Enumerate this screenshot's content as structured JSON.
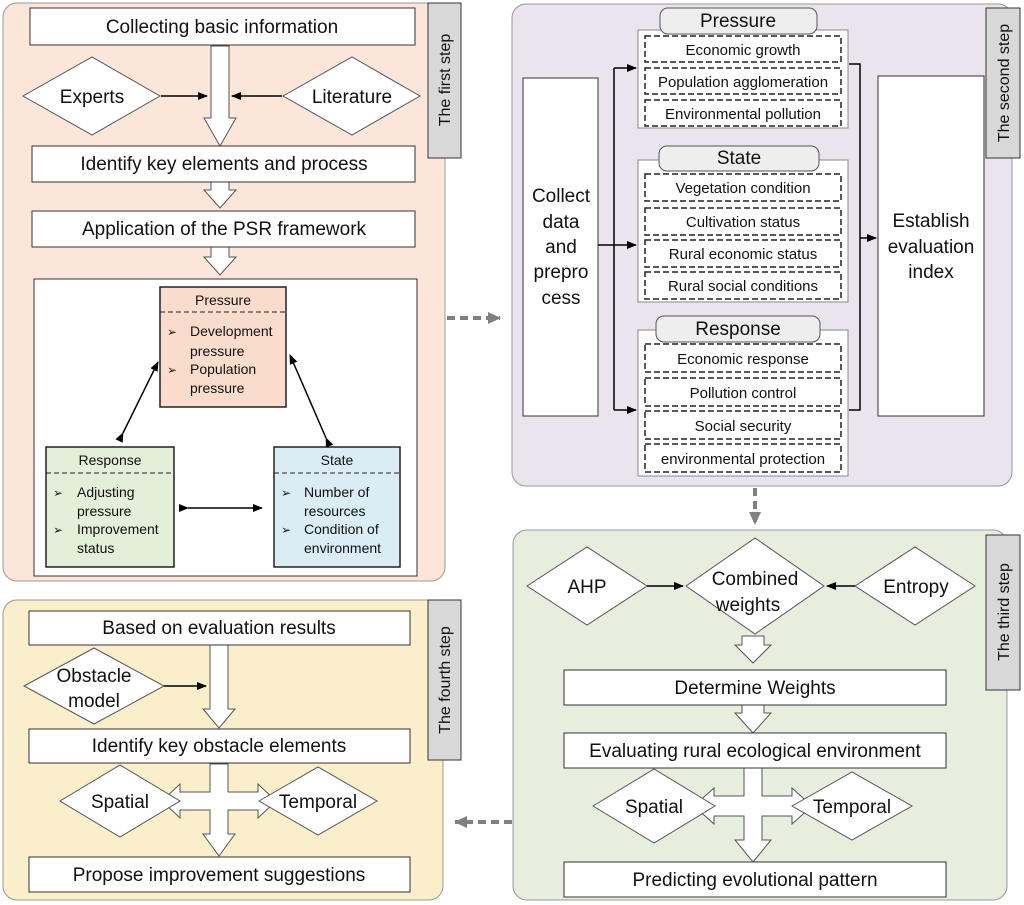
{
  "colors": {
    "step1_bg": "#fce6da",
    "step2_bg": "#e9e4ee",
    "step3_bg": "#e7eedd",
    "step4_bg": "#fbeecb",
    "pressure_box": "#f9dccc",
    "response_box": "#e4efd9",
    "state_box": "#daedf5",
    "tab": "#d8d8d8",
    "connector": "#808080"
  },
  "step1": {
    "tab": "The first step",
    "collecting": "Collecting basic information",
    "experts": "Experts",
    "literature": "Literature",
    "identify": "Identify key elements and process",
    "psr": "Application of the PSR framework",
    "pressure": {
      "title": "Pressure",
      "item1a": "Development",
      "item1b": "pressure",
      "item2a": "Population",
      "item2b": "pressure"
    },
    "response": {
      "title": "Response",
      "item1a": "Adjusting",
      "item1b": "pressure",
      "item2a": "Improvement",
      "item2b": "status"
    },
    "state": {
      "title": "State",
      "item1a": "Number of",
      "item1b": "resources",
      "item2a": "Condition of",
      "item2b": "environment"
    }
  },
  "step2": {
    "tab": "The second step",
    "collect_lines": [
      "Collect",
      "data",
      "and",
      "prepro",
      "cess"
    ],
    "establish_lines": [
      "Establish",
      "evaluation",
      "index"
    ],
    "pressure": {
      "title": "Pressure",
      "items": [
        "Economic growth",
        "Population agglomeration",
        "Environmental pollution"
      ]
    },
    "state": {
      "title": "State",
      "items": [
        "Vegetation condition",
        "Cultivation status",
        "Rural economic status",
        "Rural social conditions"
      ]
    },
    "response": {
      "title": "Response",
      "items": [
        "Economic response",
        "Pollution control",
        "Social security",
        "environmental protection"
      ]
    }
  },
  "step3": {
    "tab": "The third step",
    "ahp": "AHP",
    "combined_a": "Combined",
    "combined_b": "weights",
    "entropy": "Entropy",
    "determine": "Determine Weights",
    "evaluating": "Evaluating rural ecological environment",
    "spatial": "Spatial",
    "temporal": "Temporal",
    "predicting": "Predicting evolutional pattern"
  },
  "step4": {
    "tab": "The fourth step",
    "based": "Based on evaluation results",
    "obstacle_a": "Obstacle",
    "obstacle_b": "model",
    "identify": "Identify key obstacle elements",
    "spatial": "Spatial",
    "temporal": "Temporal",
    "propose": "Propose improvement suggestions"
  }
}
